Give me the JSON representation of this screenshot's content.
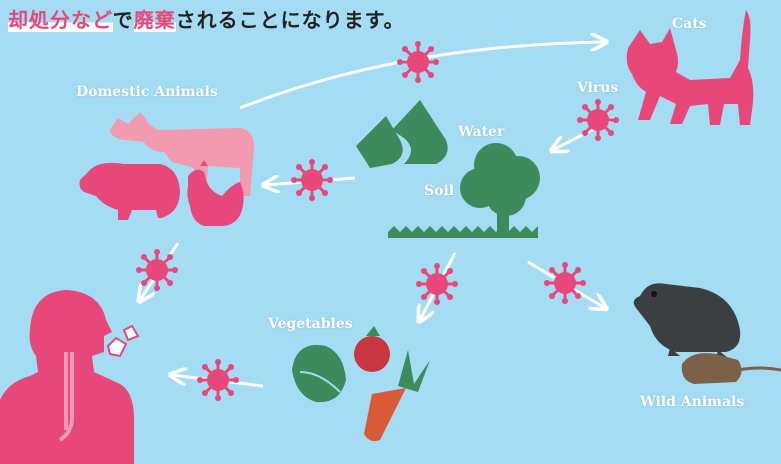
{
  "headline": {
    "part1": "却処分など",
    "part2": "で",
    "part3": "廃棄",
    "part4": "されることになります。"
  },
  "labels": {
    "cats": "Cats",
    "virus": "Virus",
    "domestic": "Domestic Animals",
    "water": "Water",
    "soil": "Soil",
    "vegetables": "Vegetables",
    "wild": "Wild Animals"
  },
  "colors": {
    "background": "#a3dcf3",
    "pink": "#e8477a",
    "pink_light": "#f29ab0",
    "green": "#3d8a5c",
    "virus": "#e8477a"
  },
  "icons": [
    "virus-icon",
    "cat-icon",
    "cow-icon",
    "pig-icon",
    "chicken-icon",
    "mountain-icon",
    "tree-icon",
    "grass-icon",
    "vegetables-icon",
    "human-icon",
    "rat-icon"
  ]
}
